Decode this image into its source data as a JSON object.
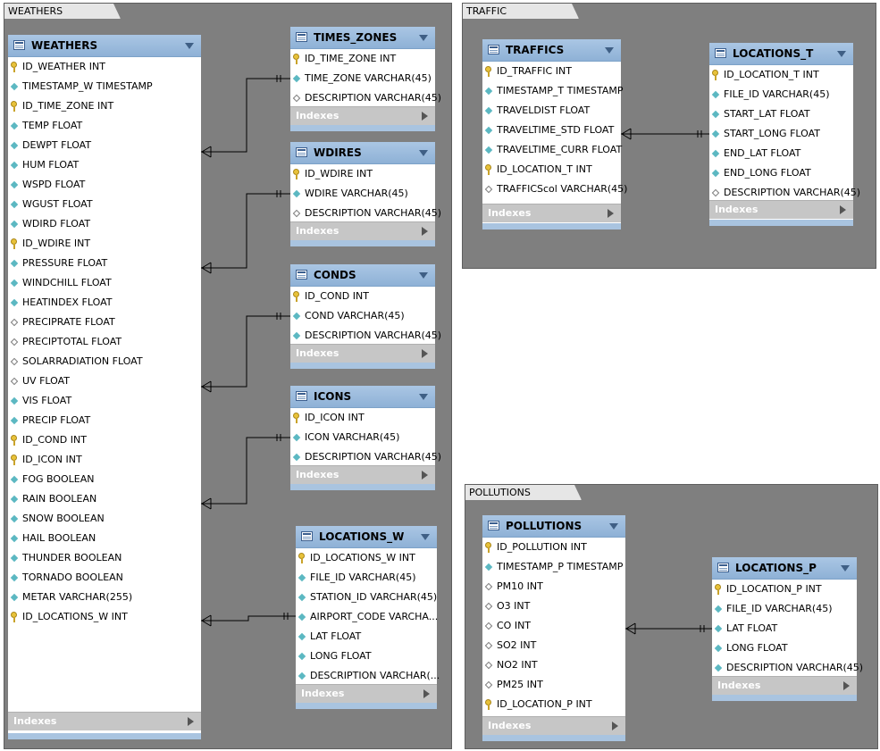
{
  "layers": {
    "weathers": "WEATHERS",
    "traffic": "TRAFFIC",
    "pollutions": "POLLUTIONS"
  },
  "indexes_label": "Indexes",
  "tables": {
    "weathers": {
      "name": "WEATHERS",
      "columns": [
        {
          "text": "ID_WEATHER INT",
          "kind": "pk"
        },
        {
          "text": "TIMESTAMP_W TIMESTAMP",
          "kind": "nn"
        },
        {
          "text": "ID_TIME_ZONE INT",
          "kind": "pk"
        },
        {
          "text": "TEMP FLOAT",
          "kind": "nn"
        },
        {
          "text": "DEWPT FLOAT",
          "kind": "nn"
        },
        {
          "text": "HUM FLOAT",
          "kind": "nn"
        },
        {
          "text": "WSPD FLOAT",
          "kind": "nn"
        },
        {
          "text": "WGUST FLOAT",
          "kind": "nn"
        },
        {
          "text": "WDIRD FLOAT",
          "kind": "nn"
        },
        {
          "text": "ID_WDIRE INT",
          "kind": "pk"
        },
        {
          "text": "PRESSURE FLOAT",
          "kind": "nn"
        },
        {
          "text": "WINDCHILL FLOAT",
          "kind": "nn"
        },
        {
          "text": "HEATINDEX FLOAT",
          "kind": "nn"
        },
        {
          "text": "PRECIPRATE FLOAT",
          "kind": "null"
        },
        {
          "text": "PRECIPTOTAL FLOAT",
          "kind": "null"
        },
        {
          "text": "SOLARRADIATION FLOAT",
          "kind": "null"
        },
        {
          "text": "UV FLOAT",
          "kind": "null"
        },
        {
          "text": "VIS FLOAT",
          "kind": "nn"
        },
        {
          "text": "PRECIP FLOAT",
          "kind": "nn"
        },
        {
          "text": "ID_COND INT",
          "kind": "pk"
        },
        {
          "text": "ID_ICON INT",
          "kind": "pk"
        },
        {
          "text": "FOG BOOLEAN",
          "kind": "nn"
        },
        {
          "text": "RAIN BOOLEAN",
          "kind": "nn"
        },
        {
          "text": "SNOW BOOLEAN",
          "kind": "nn"
        },
        {
          "text": "HAIL BOOLEAN",
          "kind": "nn"
        },
        {
          "text": "THUNDER BOOLEAN",
          "kind": "nn"
        },
        {
          "text": "TORNADO BOOLEAN",
          "kind": "nn"
        },
        {
          "text": "METAR VARCHAR(255)",
          "kind": "nn"
        },
        {
          "text": "ID_LOCATIONS_W INT",
          "kind": "pk"
        }
      ]
    },
    "times_zones": {
      "name": "TIMES_ZONES",
      "columns": [
        {
          "text": "ID_TIME_ZONE INT",
          "kind": "pk"
        },
        {
          "text": "TIME_ZONE VARCHAR(45)",
          "kind": "nn"
        },
        {
          "text": "DESCRIPTION VARCHAR(45)",
          "kind": "null"
        }
      ]
    },
    "wdires": {
      "name": "WDIRES",
      "columns": [
        {
          "text": "ID_WDIRE INT",
          "kind": "pk"
        },
        {
          "text": "WDIRE VARCHAR(45)",
          "kind": "nn"
        },
        {
          "text": "DESCRIPTION VARCHAR(45)",
          "kind": "null"
        }
      ]
    },
    "conds": {
      "name": "CONDS",
      "columns": [
        {
          "text": "ID_COND INT",
          "kind": "pk"
        },
        {
          "text": "COND VARCHAR(45)",
          "kind": "nn"
        },
        {
          "text": "DESCRIPTION VARCHAR(45)",
          "kind": "nn"
        }
      ]
    },
    "icons": {
      "name": "ICONS",
      "columns": [
        {
          "text": "ID_ICON INT",
          "kind": "pk"
        },
        {
          "text": "ICON VARCHAR(45)",
          "kind": "nn"
        },
        {
          "text": "DESCRIPTION VARCHAR(45)",
          "kind": "nn"
        }
      ]
    },
    "locations_w": {
      "name": "LOCATIONS_W",
      "columns": [
        {
          "text": "ID_LOCATIONS_W INT",
          "kind": "pk"
        },
        {
          "text": "FILE_ID VARCHAR(45)",
          "kind": "nn"
        },
        {
          "text": "STATION_ID VARCHAR(45)",
          "kind": "nn"
        },
        {
          "text": "AIRPORT_CODE VARCHA...",
          "kind": "nn"
        },
        {
          "text": "LAT FLOAT",
          "kind": "nn"
        },
        {
          "text": "LONG FLOAT",
          "kind": "nn"
        },
        {
          "text": "DESCRIPTION VARCHAR(...",
          "kind": "nn"
        }
      ]
    },
    "traffics": {
      "name": "TRAFFICS",
      "columns": [
        {
          "text": "ID_TRAFFIC INT",
          "kind": "pk"
        },
        {
          "text": "TIMESTAMP_T TIMESTAMP",
          "kind": "nn"
        },
        {
          "text": "TRAVELDIST FLOAT",
          "kind": "nn"
        },
        {
          "text": "TRAVELTIME_STD FLOAT",
          "kind": "nn"
        },
        {
          "text": "TRAVELTIME_CURR FLOAT",
          "kind": "nn"
        },
        {
          "text": "ID_LOCATION_T INT",
          "kind": "pk"
        },
        {
          "text": "TRAFFICScol VARCHAR(45)",
          "kind": "null"
        }
      ]
    },
    "locations_t": {
      "name": "LOCATIONS_T",
      "columns": [
        {
          "text": "ID_LOCATION_T INT",
          "kind": "pk"
        },
        {
          "text": "FILE_ID VARCHAR(45)",
          "kind": "nn"
        },
        {
          "text": "START_LAT FLOAT",
          "kind": "nn"
        },
        {
          "text": "START_LONG FLOAT",
          "kind": "nn"
        },
        {
          "text": "END_LAT FLOAT",
          "kind": "nn"
        },
        {
          "text": "END_LONG FLOAT",
          "kind": "nn"
        },
        {
          "text": "DESCRIPTION VARCHAR(45)",
          "kind": "null"
        }
      ]
    },
    "pollutions": {
      "name": "POLLUTIONS",
      "columns": [
        {
          "text": "ID_POLLUTION INT",
          "kind": "pk"
        },
        {
          "text": "TIMESTAMP_P TIMESTAMP",
          "kind": "nn"
        },
        {
          "text": "PM10 INT",
          "kind": "null"
        },
        {
          "text": "O3 INT",
          "kind": "null"
        },
        {
          "text": "CO INT",
          "kind": "null"
        },
        {
          "text": "SO2 INT",
          "kind": "null"
        },
        {
          "text": "NO2 INT",
          "kind": "null"
        },
        {
          "text": "PM25 INT",
          "kind": "null"
        },
        {
          "text": "ID_LOCATION_P INT",
          "kind": "pk"
        }
      ]
    },
    "locations_p": {
      "name": "LOCATIONS_P",
      "columns": [
        {
          "text": "ID_LOCATION_P INT",
          "kind": "pk"
        },
        {
          "text": "FILE_ID VARCHAR(45)",
          "kind": "nn"
        },
        {
          "text": "LAT FLOAT",
          "kind": "nn"
        },
        {
          "text": "LONG FLOAT",
          "kind": "nn"
        },
        {
          "text": "DESCRIPTION VARCHAR(45)",
          "kind": "nn"
        }
      ]
    }
  },
  "relationships": [
    {
      "from": "WEATHERS",
      "to": "TIMES_ZONES",
      "type": "many-to-one"
    },
    {
      "from": "WEATHERS",
      "to": "WDIRES",
      "type": "many-to-one"
    },
    {
      "from": "WEATHERS",
      "to": "CONDS",
      "type": "many-to-one"
    },
    {
      "from": "WEATHERS",
      "to": "ICONS",
      "type": "many-to-one"
    },
    {
      "from": "WEATHERS",
      "to": "LOCATIONS_W",
      "type": "many-to-one"
    },
    {
      "from": "TRAFFICS",
      "to": "LOCATIONS_T",
      "type": "many-to-one"
    },
    {
      "from": "POLLUTIONS",
      "to": "LOCATIONS_P",
      "type": "many-to-one"
    }
  ]
}
